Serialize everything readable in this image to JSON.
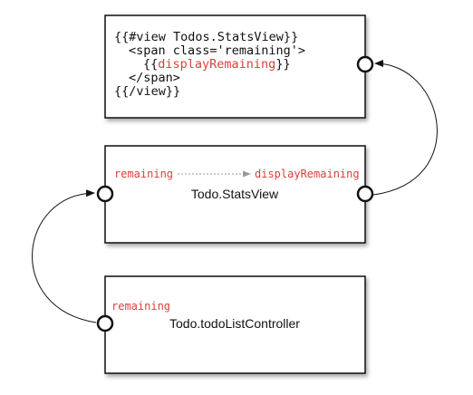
{
  "colors": {
    "highlight": "#d9413a",
    "text": "#111111",
    "box_stroke": "#111111",
    "dotted_arrow": "#9a9a9a"
  },
  "template_box": {
    "lines": {
      "l1": "{{#view Todos.StatsView}}",
      "l2": "<span class='remaining'>",
      "l3_open": "{{",
      "l3_binding": "displayRemaining",
      "l3_close": "}}",
      "l4": "</span>",
      "l5": "{{/view}}"
    }
  },
  "stats_view_box": {
    "source_property": "remaining",
    "target_property": "displayRemaining",
    "title": "Todo.StatsView"
  },
  "controller_box": {
    "property": "remaining",
    "title": "Todo.todoListController"
  }
}
